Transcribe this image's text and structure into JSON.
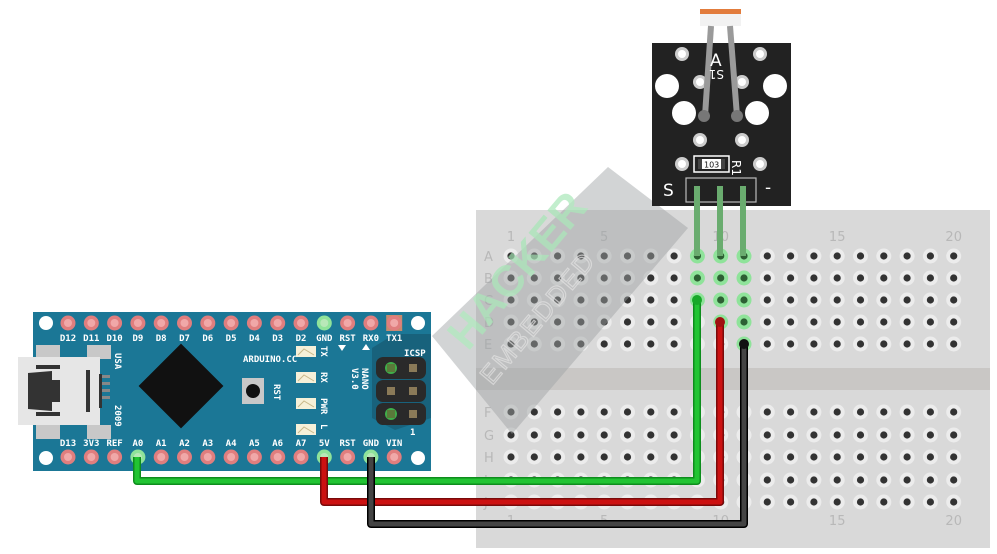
{
  "diagram": {
    "title": "Arduino Nano LDR photoresistor module wiring on breadboard",
    "arduino": {
      "name": "Arduino Nano",
      "board_text": [
        "ARDUINO",
        "NANO",
        "V3.0"
      ],
      "brand_text": "ARDUINO.CC",
      "usa_text": "USA",
      "year_text": "2009",
      "rst_button_label": "RST",
      "icsp_label": "ICSP",
      "icsp_pin1_label": "1",
      "led_labels": [
        "TX",
        "RX",
        "PWR",
        "L"
      ],
      "top_pins": [
        "D12",
        "D11",
        "D10",
        "D9",
        "D8",
        "D7",
        "D6",
        "D5",
        "D4",
        "D3",
        "D2",
        "GND",
        "RST",
        "RX0",
        "TX1"
      ],
      "bottom_pins": [
        "D13",
        "3V3",
        "REF",
        "A0",
        "A1",
        "A2",
        "A3",
        "A4",
        "A5",
        "A6",
        "A7",
        "5V",
        "RST",
        "GND",
        "VIN"
      ],
      "board_color": "#1b7796",
      "pin_color": "#e07e7e"
    },
    "sensor_module": {
      "name": "Photoresistor module",
      "label_a": "A",
      "label_s1": "S1",
      "resistor_value": "103",
      "resistor_label": "R1",
      "pin_label_signal": "S",
      "pin_label_minus": "-",
      "board_color": "#222222"
    },
    "breadboard": {
      "top_rows": [
        "A",
        "B",
        "C",
        "D",
        "E"
      ],
      "bottom_rows": [
        "F",
        "G",
        "H",
        "I",
        "J"
      ],
      "column_labels": [
        "1",
        "5",
        "10",
        "15",
        "20"
      ],
      "columns": 20,
      "color": "#d6d6d6"
    },
    "wires": [
      {
        "name": "signal",
        "from": "A0",
        "to": "S (column 9)",
        "color": "#22c433"
      },
      {
        "name": "power",
        "from": "5V",
        "to": "middle pin (column 10)",
        "color": "#cc1111"
      },
      {
        "name": "ground",
        "from": "GND",
        "to": "- (column 11)",
        "color": "#333333"
      }
    ],
    "watermark": {
      "line1": "HACKER",
      "line2": "EMBEDDED"
    }
  }
}
